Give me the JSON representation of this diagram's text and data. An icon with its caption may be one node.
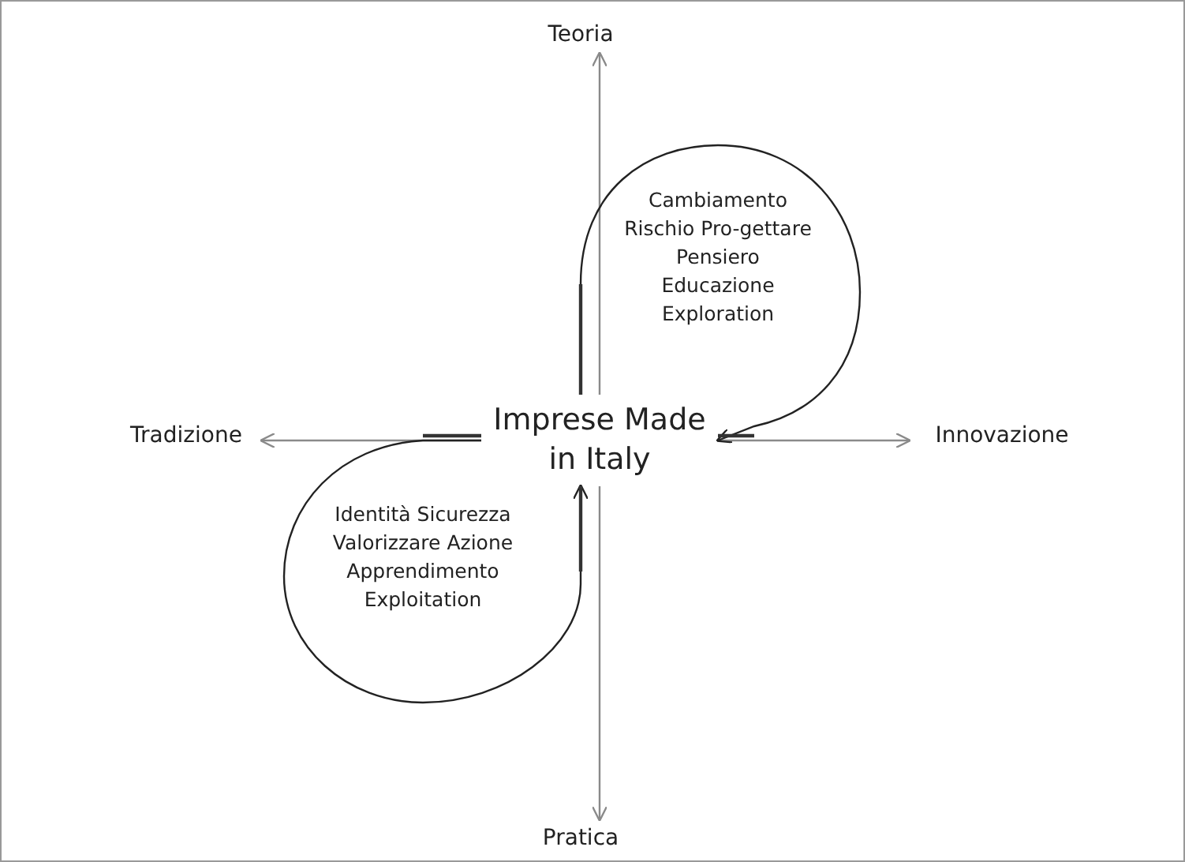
{
  "diagram": {
    "nodes": [
      {
        "text": [
          "Teoria"
        ]
      },
      {
        "text": [
          "Tradizione"
        ]
      },
      {
        "text": [
          "Imprese Made in Italy"
        ]
      },
      {
        "text": [
          "Innovazione"
        ]
      },
      {
        "text": [
          "Pratica"
        ]
      }
    ],
    "edges": [
      {
        "from": 2,
        "to": 0,
        "arrow": "to"
      },
      {
        "from": 2,
        "to": 1,
        "arrow": "to"
      },
      {
        "from": 2,
        "to": 3,
        "arrow": "to"
      },
      {
        "from": 2,
        "to": 4,
        "arrow": "to"
      },
      {
        "from": 2,
        "to": 2,
        "arrow": "to",
        "color": "#222222"
      },
      {
        "from": 2,
        "to": 2,
        "arrow": "to",
        "color": "#222222"
      }
    ],
    "labels": [
      "Cambiamento Rischio Pro-gettare Pensiero Educazione Exploration",
      "Identità Sicurezza Valorizzare Azione Apprendimento Exploitation"
    ]
  }
}
